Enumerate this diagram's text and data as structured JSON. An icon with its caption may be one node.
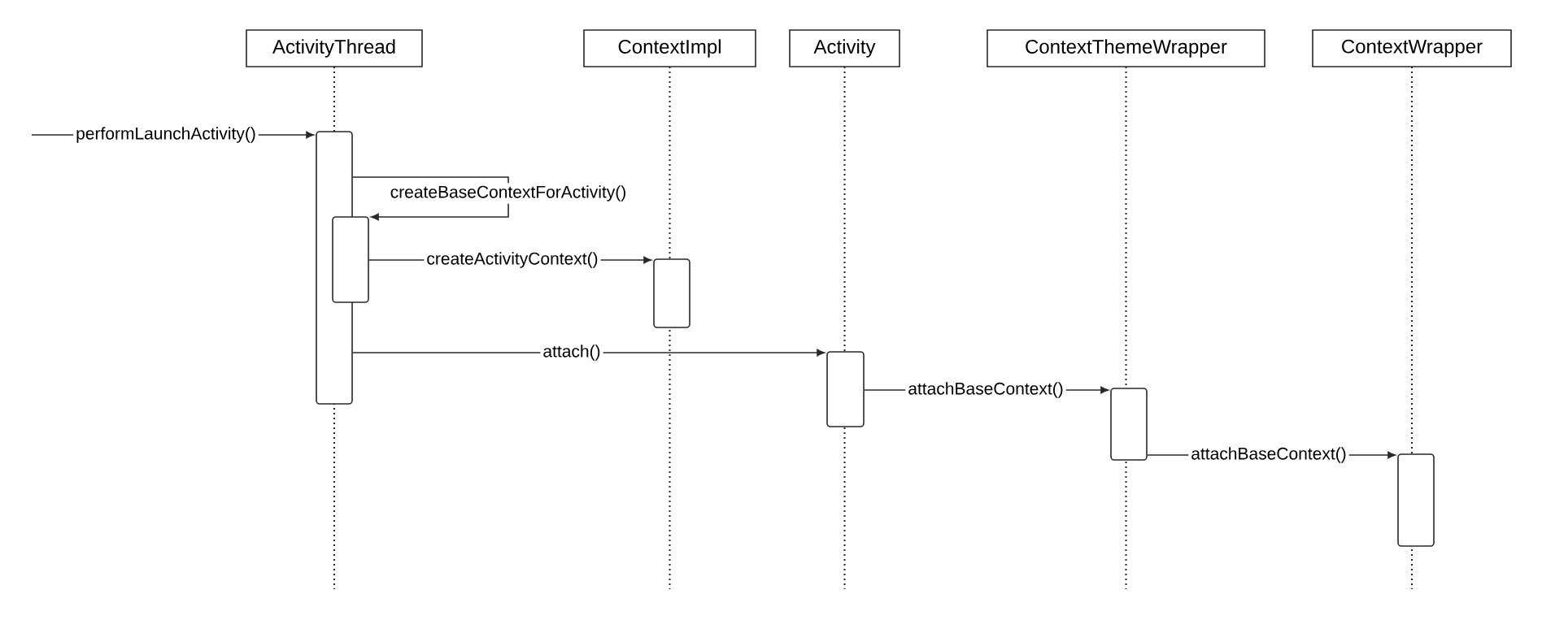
{
  "diagram": {
    "nodes": [
      {
        "text": [
          "ActivityThread"
        ]
      },
      {
        "text": [
          "ContextImpl"
        ]
      },
      {
        "text": [
          "Activity"
        ]
      },
      {
        "text": [
          "ContextThemeWrapper"
        ]
      },
      {
        "text": [
          "ContextWrapper"
        ]
      },
      {
        "text": [],
        "shape": "bar"
      },
      {
        "text": [],
        "shape": "bar"
      },
      {
        "text": [],
        "shape": "bar"
      },
      {
        "text": [],
        "shape": "bar"
      },
      {
        "text": [],
        "shape": "bar"
      },
      {
        "text": [],
        "shape": "bar"
      }
    ],
    "edges": [
      {
        "from": null,
        "to": 5,
        "arrow": "to",
        "label": "performLaunchActivity()"
      },
      {
        "from": 5,
        "to": 6,
        "arrow": "to",
        "label": "createBaseContextForActivity()"
      },
      {
        "from": 6,
        "to": 7,
        "arrow": "to",
        "label": "createActivityContext()"
      },
      {
        "from": 5,
        "to": 8,
        "arrow": "to",
        "label": "attach()"
      },
      {
        "from": 8,
        "to": 9,
        "arrow": "to",
        "label": "attachBaseContext()"
      },
      {
        "from": 9,
        "to": 10,
        "arrow": "to",
        "label": "attachBaseContext()"
      }
    ]
  }
}
